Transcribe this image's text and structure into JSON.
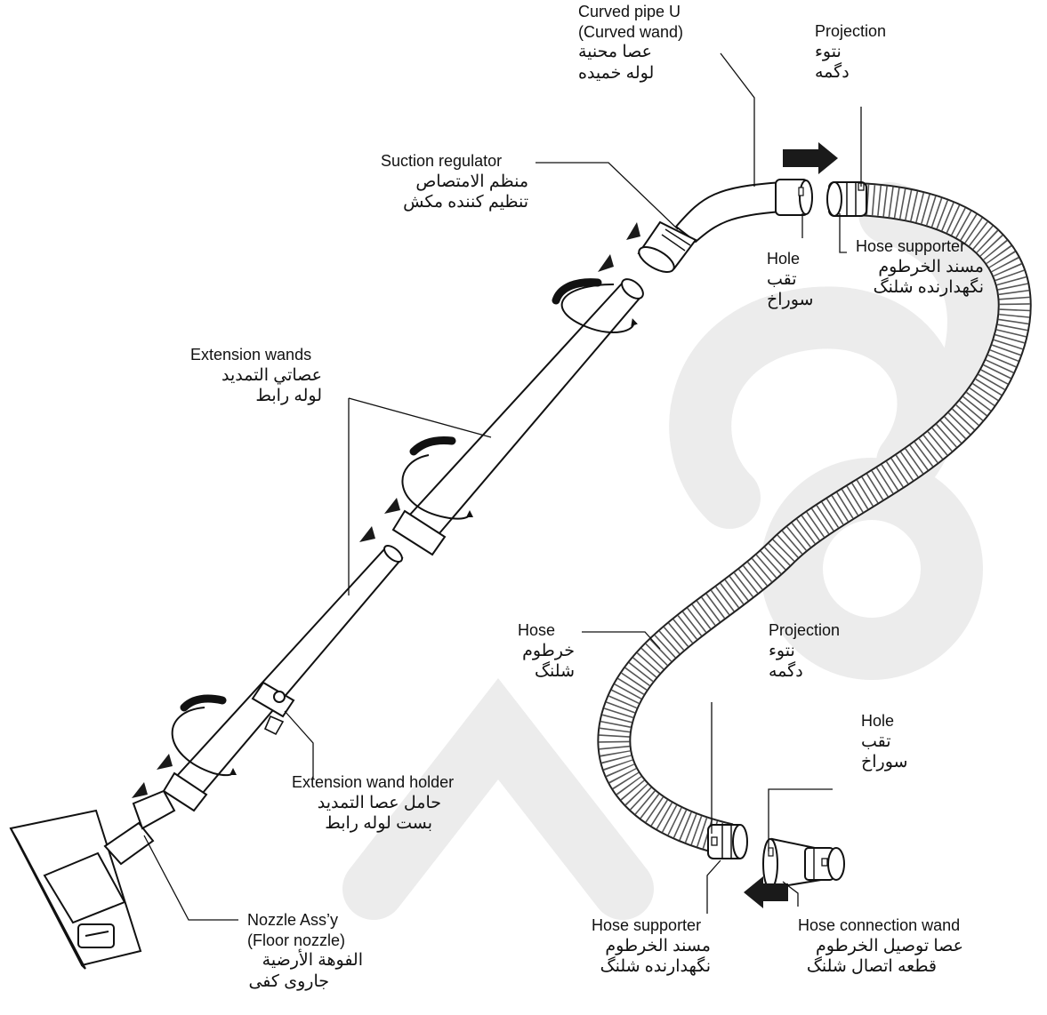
{
  "colors": {
    "ink": "#111111",
    "watermark": "#ececec",
    "arrow": "#1a1a1a",
    "part_fill": "#ffffff"
  },
  "labels": {
    "curved_pipe": {
      "en1": "Curved pipe U",
      "en2": "(Curved wand)",
      "ar": "عصا محنية",
      "fa": "لوله خميده"
    },
    "projection_top": {
      "en": "Projection",
      "ar": "نتوء",
      "fa": "دگمه"
    },
    "suction_regulator": {
      "en": "Suction regulator",
      "ar": "منظم الامتصاص",
      "fa": "تنظيم كننده مكش"
    },
    "hole_top": {
      "en": "Hole",
      "ar": "تقب",
      "fa": "سوراخ"
    },
    "hose_supporter_top": {
      "en": "Hose supporter",
      "ar": "مسند الخرطوم",
      "fa": "نگهدارنده شلنگ"
    },
    "extension_wands": {
      "en": "Extension wands",
      "ar": "عصاتي التمديد",
      "fa": "لوله رابط"
    },
    "hose": {
      "en": "Hose",
      "ar": "خرطوم",
      "fa": "شلنگ"
    },
    "projection_bottom": {
      "en": "Projection",
      "ar": "نتوء",
      "fa": "دگمه"
    },
    "hole_bottom": {
      "en": "Hole",
      "ar": "تقب",
      "fa": "سوراخ"
    },
    "extension_wand_holder": {
      "en": "Extension wand holder",
      "ar": "حامل عصا التمديد",
      "fa": "بست لوله رابط"
    },
    "nozzle": {
      "en1": "Nozzle Ass’y",
      "en2": "(Floor nozzle)",
      "ar": "الفوهة الأرضية",
      "fa": "جاروى كفى"
    },
    "hose_supporter_bottom": {
      "en": "Hose supporter",
      "ar": "مسند الخرطوم",
      "fa": "نگهدارنده شلنگ"
    },
    "hose_connection_wand": {
      "en": "Hose connection wand",
      "ar": "عصا توصيل الخرطوم",
      "fa": "قطعه اتصال شلنگ"
    }
  }
}
